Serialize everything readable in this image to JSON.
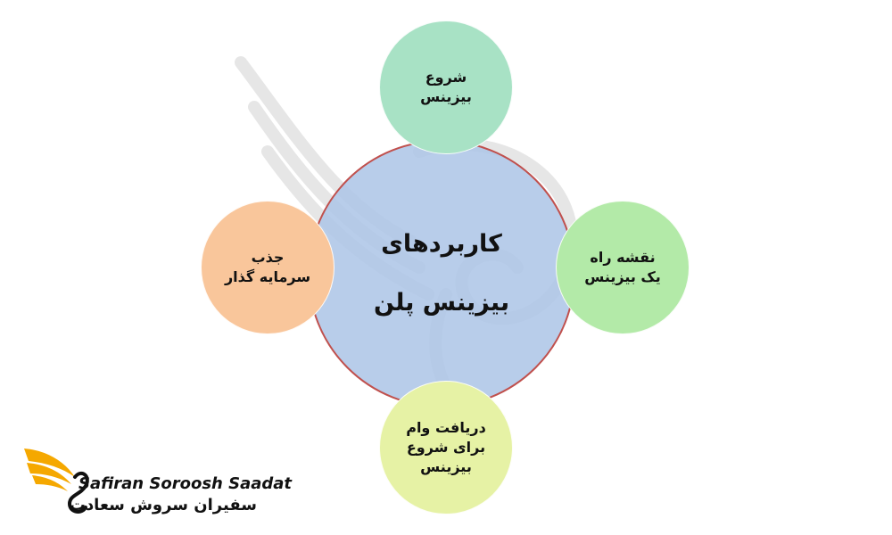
{
  "diagram": {
    "center": {
      "line1": "کاربردهای",
      "line2": "بیزینس پلن"
    },
    "top": {
      "line1": "شروع",
      "line2": "بیزینس"
    },
    "right": {
      "line1": "نقشه راه",
      "line2": "یک بیزینس"
    },
    "left": {
      "line1": "جذب",
      "line2": "سرمایه گذار"
    },
    "bottom": {
      "line1": "دریافت وام",
      "line2": "برای شروع",
      "line3": "بیزینس"
    }
  },
  "logo": {
    "latin_text": "Safiran Soroosh Saadat",
    "persian_text": "سفیران سروش سعادت",
    "accent_color": "#f5a800"
  },
  "colors": {
    "center_fill": "#abc4e6",
    "center_border": "#c0504d",
    "top_fill": "#a8e2c5",
    "right_fill": "#b3eaa8",
    "left_fill": "#f9c69b",
    "bottom_fill": "#e6f2a5"
  }
}
